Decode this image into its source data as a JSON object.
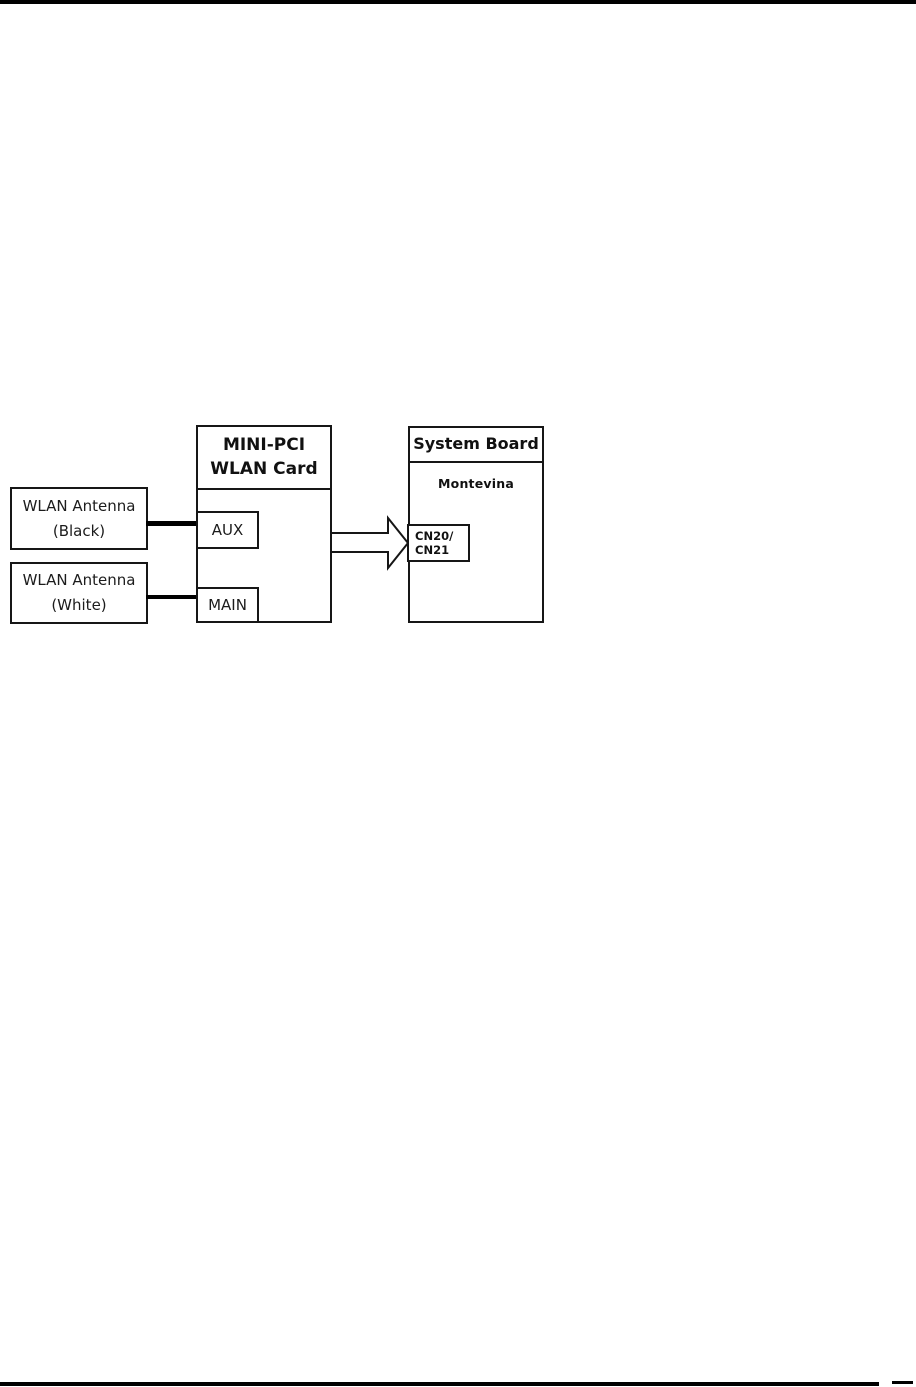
{
  "page": {
    "bg_color": "#ffffff",
    "rule_color": "#000000"
  },
  "diagram": {
    "boxes": {
      "antenna_black": {
        "line1": "WLAN Antenna",
        "line2": "(Black)"
      },
      "antenna_white": {
        "line1": "WLAN Antenna",
        "line2": "(White)"
      },
      "wlan_card": {
        "title_line1": "MINI-PCI",
        "title_line2": "WLAN Card"
      },
      "aux": {
        "label": "AUX"
      },
      "main": {
        "label": "MAIN"
      },
      "system_board": {
        "title": "System Board",
        "subtitle": "Montevina"
      },
      "connector": {
        "line1": "CN20/",
        "line2": "CN21"
      }
    },
    "icons": {
      "arrow": "right-block-arrow"
    },
    "colors": {
      "border": "#161616",
      "text": "#111111",
      "connector_line": "#000000"
    }
  }
}
